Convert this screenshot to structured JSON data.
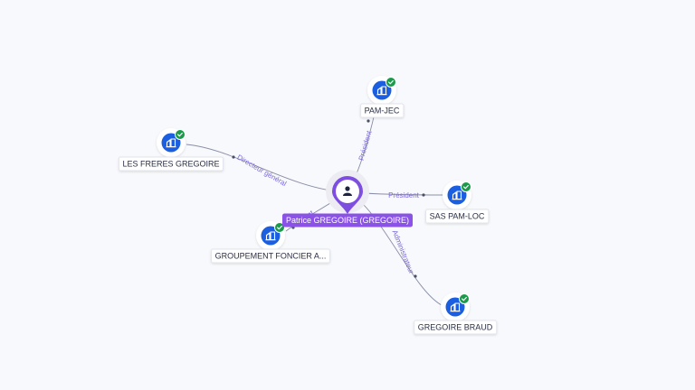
{
  "colors": {
    "background": "#f8f9fc",
    "edge": "#8a8ea6",
    "edge_label": "#7b6cd9",
    "company_icon": "#1b5fe0",
    "badge_verified": "#1a9a4a",
    "person_pin": "#7d4ee0",
    "person_label_bg": "#8a52e6"
  },
  "center": {
    "label": "Patrice GREGOIRE (GREGOIRE)",
    "icon": "person-icon"
  },
  "nodes": [
    {
      "id": "pam-jec",
      "label": "PAM-JEC",
      "icon": "building-icon",
      "verified": true
    },
    {
      "id": "les-freres",
      "label": "LES FRERES GREGOIRE",
      "icon": "building-icon",
      "verified": true
    },
    {
      "id": "sas-pam-loc",
      "label": "SAS PAM-LOC",
      "icon": "building-icon",
      "verified": true
    },
    {
      "id": "groupement",
      "label": "GROUPEMENT FONCIER A...",
      "icon": "building-icon",
      "verified": true
    },
    {
      "id": "gregoire-braud",
      "label": "GREGOIRE BRAUD",
      "icon": "building-icon",
      "verified": true
    }
  ],
  "edges": [
    {
      "to": "pam-jec",
      "label": "Président"
    },
    {
      "to": "les-freres",
      "label": "Directeur général"
    },
    {
      "to": "sas-pam-loc",
      "label": "Président"
    },
    {
      "to": "groupement",
      "label": "Gérant"
    },
    {
      "to": "gregoire-braud",
      "label": "Administrateur"
    }
  ]
}
